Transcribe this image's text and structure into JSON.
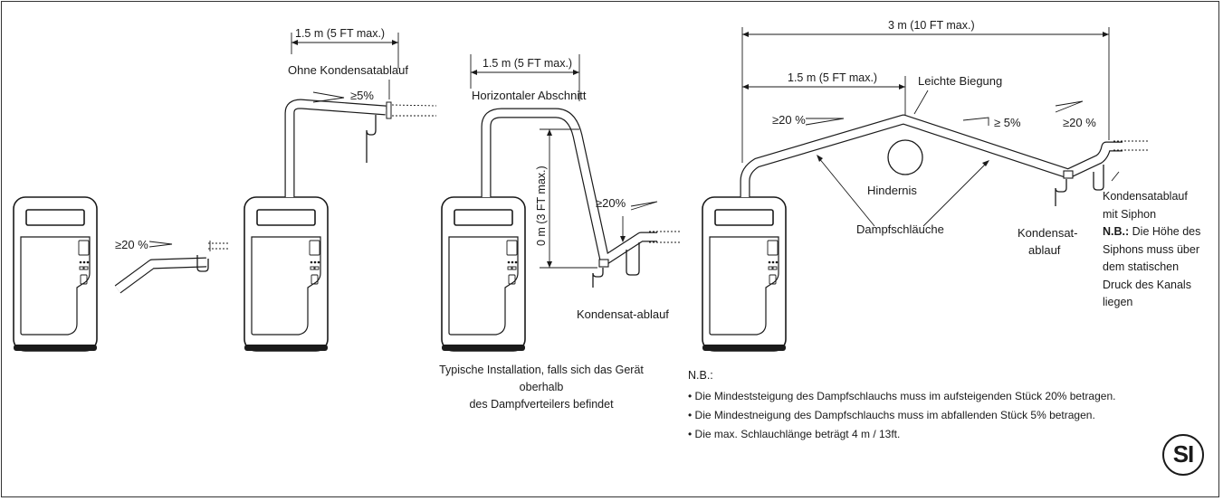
{
  "fig1": {
    "slope": "≥20 %"
  },
  "fig2": {
    "dim": "1.5 m (5 FT max.)",
    "label": "Ohne Kondensatablauf",
    "slope": "≥5%"
  },
  "fig3": {
    "dim": "1.5 m (5 FT max.)",
    "label": "Horizontaler Abschnitt",
    "vdim": "0 m (3 FT max.)",
    "slope": "≥20%",
    "drain": "Kondensat-ablauf",
    "caption_line1": "Typische Installation, falls sich das Gerät oberhalb",
    "caption_line2": "des Dampfverteilers befindet"
  },
  "fig4": {
    "dim_total": "3 m (10 FT max.)",
    "dim_half": "1.5 m (5 FT max.)",
    "bend": "Leichte Biegung",
    "slope_left": "≥20 %",
    "slope_mid": "≥ 5%",
    "slope_right": "≥20 %",
    "obstacle": "Hindernis",
    "hoses": "Dampfschläuche",
    "drain_line1": "Kondensat-",
    "drain_line2": "ablauf",
    "siphon_line1": "Kondensatablauf",
    "siphon_line2": "mit Siphon",
    "nb_bold": "N.B.:",
    "nb_text1": " Die Höhe des",
    "nb_text2": "Siphons muss über",
    "nb_text3": "dem statischen",
    "nb_text4": "Druck des Kanals",
    "nb_text5": "liegen"
  },
  "notes": {
    "title": "N.B.:",
    "items": [
      "Die Mindeststeigung des Dampfschlauchs muss im aufsteigenden Stück 20% betragen.",
      "Die Mindestneigung des Dampfschlauchs muss im abfallenden Stück 5% betragen.",
      "Die max. Schlauchlänge beträgt 4 m / 13ft."
    ]
  },
  "logo": "SI"
}
